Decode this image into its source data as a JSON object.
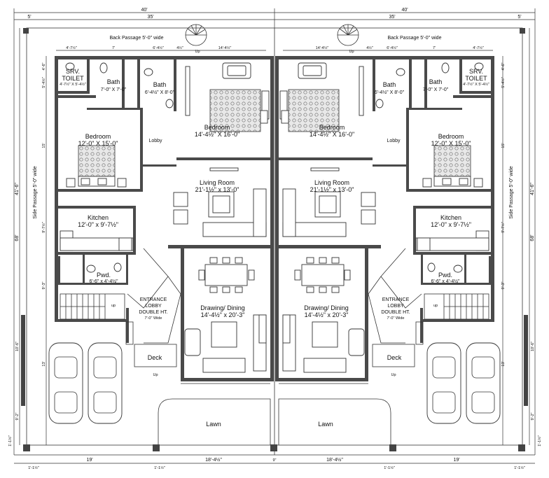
{
  "dims_top": {
    "overall_left": "40'",
    "overall_right": "40'",
    "left_35": "35'",
    "right_35": "35'",
    "left_5": "5'",
    "right_5": "5'"
  },
  "passage": {
    "back_left": "Back Passage 5'-0\" wide",
    "back_right": "Back Passage 5'-0\" wide",
    "side_left": "Side Passage 5'-0\" wide",
    "side_right": "Side Passage 5'-0\" wide"
  },
  "rooms": {
    "srv_toilet_l": {
      "name": "SRV.",
      "name2": "TOILET",
      "size": "4'-7½\" X 5'-4½\""
    },
    "srv_toilet_r": {
      "name": "SRV.",
      "name2": "TOILET",
      "size": "4'-7½\" X 5'-4½\""
    },
    "bath1_l": {
      "name": "Bath",
      "size": "7'-0\" X 7'-0\""
    },
    "bath2_l": {
      "name": "Bath",
      "size": "6'-4½\" X 8'-0\""
    },
    "bath1_r": {
      "name": "Bath",
      "size": "7'-0\" X 7'-0\""
    },
    "bath2_r": {
      "name": "Bath",
      "size": "6'-4½\" X 8'-0\""
    },
    "master_l": {
      "name": "Bedroom",
      "size": "14'-4½\" X 16'-0\""
    },
    "master_r": {
      "name": "Bedroom",
      "size": "14'-4½\" X 16'-0\""
    },
    "bed_l": {
      "name": "Bedroom",
      "size": "12'-0\" X 15'-0\""
    },
    "bed_r": {
      "name": "Bedroom",
      "size": "12'-0\" X 15'-0\""
    },
    "lobby_l": {
      "name": "Lobby"
    },
    "lobby_r": {
      "name": "Lobby"
    },
    "living_l": {
      "name": "Living Room",
      "size": "21'-1½\" x 13'-0\""
    },
    "living_r": {
      "name": "Living Room",
      "size": "21'-1½\" x 13'-0\""
    },
    "kitchen_l": {
      "name": "Kitchen",
      "size": "12'-0\" x 9'-7½\""
    },
    "kitchen_r": {
      "name": "Kitchen",
      "size": "12'-0\" x 9'-7½\""
    },
    "pwd_l": {
      "name": "Pwd.",
      "size": "6'-6\" x 4'-4½\""
    },
    "pwd_r": {
      "name": "Pwd.",
      "size": "6'-6\" x 4'-4½\""
    },
    "entrance_l": {
      "line1": "ENTRANCE",
      "line2": "LOBBY",
      "line3": "DOUBLE HT.",
      "line4": "7'-0\" Wide"
    },
    "entrance_r": {
      "line1": "ENTRANCE",
      "line2": "LOBBY",
      "line3": "DOUBLE HT.",
      "line4": "7'-0\" Wide"
    },
    "drawing_l": {
      "name": "Drawing/ Dining",
      "size": "14'-4½\" x 20'-3\""
    },
    "drawing_r": {
      "name": "Drawing/ Dining",
      "size": "14'-4½\" x 20'-3\""
    },
    "deck_l": {
      "name": "Deck"
    },
    "deck_r": {
      "name": "Deck"
    },
    "lawn_l": {
      "name": "Lawn"
    },
    "lawn_r": {
      "name": "Lawn"
    }
  },
  "labels": {
    "up": "Up",
    "up_small": "up"
  },
  "dims_inner_top": [
    "4'-7½\"",
    "7'",
    "6'-4½\"",
    "4½\"",
    "14'-4½\"",
    "14'-4½\"",
    "4½\"",
    "6'-4½\"",
    "7'",
    "4'-7½\""
  ],
  "dims_side": {
    "d41_6": "41'-6\"",
    "d68": "68'",
    "d15": "15'",
    "d9_7": "9'-7½\"",
    "d10_6": "10'-6\"",
    "d13": "13'",
    "d9_2": "9'-2\"",
    "d1_1": "1'-1½\"",
    "d4_6": "4'-6\"",
    "d5_4": "5'-4½\"",
    "d9_3": "9'-3\""
  },
  "dims_bottom": {
    "b19_l": "19'",
    "b18_l": "18'-4½\"",
    "b18_r": "18'-4½\"",
    "b19_r": "19'",
    "b1_1_l": "1'-1½\"",
    "b1_1_r": "1'-1½\"",
    "b_mid": "9\""
  }
}
